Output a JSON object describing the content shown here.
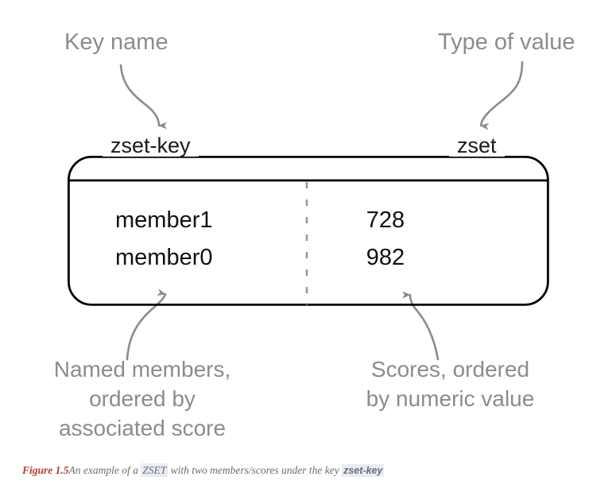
{
  "figure": {
    "colors": {
      "annotation_gray": "#8c8c8c",
      "box_stroke": "#000000",
      "divider_gray": "#9a9a9a",
      "arrow_gray": "#8c8c8c",
      "caption_red": "#c0392b",
      "caption_gray": "#6d6d6d",
      "highlight_blue": "#e8edf5",
      "background": "#ffffff"
    },
    "annotations": {
      "key_name": "Key name",
      "type_of_value": "Type of value",
      "members_note_lines": [
        "Named members,",
        "ordered by",
        "associated score"
      ],
      "scores_note_lines": [
        "Scores, ordered",
        "by numeric value"
      ],
      "members_note": "Named members, ordered by associated score",
      "scores_note": "Scores, ordered by numeric value"
    },
    "zset": {
      "key_name": "zset-key",
      "value_type": "zset",
      "rows": [
        {
          "member": "member1",
          "score": "728"
        },
        {
          "member": "member0",
          "score": "982"
        }
      ]
    },
    "caption": {
      "number": "Figure 1.5",
      "segment_1": "An example of a ",
      "term_zset": "ZSET",
      "segment_2": " with two members/scores under the key ",
      "term_key": "zset-key",
      "full_text": "Figure 1.5 An example of a ZSET with two members/scores under the key zset-key"
    },
    "arrows": [
      {
        "name": "key-name-arrow",
        "from": "Key name",
        "to": "zset-key",
        "direction": "down"
      },
      {
        "name": "type-of-value-arrow",
        "from": "Type of value",
        "to": "zset",
        "direction": "down"
      },
      {
        "name": "members-arrow",
        "from": "Named members note",
        "to": "member column",
        "direction": "up"
      },
      {
        "name": "scores-arrow",
        "from": "Scores note",
        "to": "score column",
        "direction": "up"
      }
    ]
  }
}
